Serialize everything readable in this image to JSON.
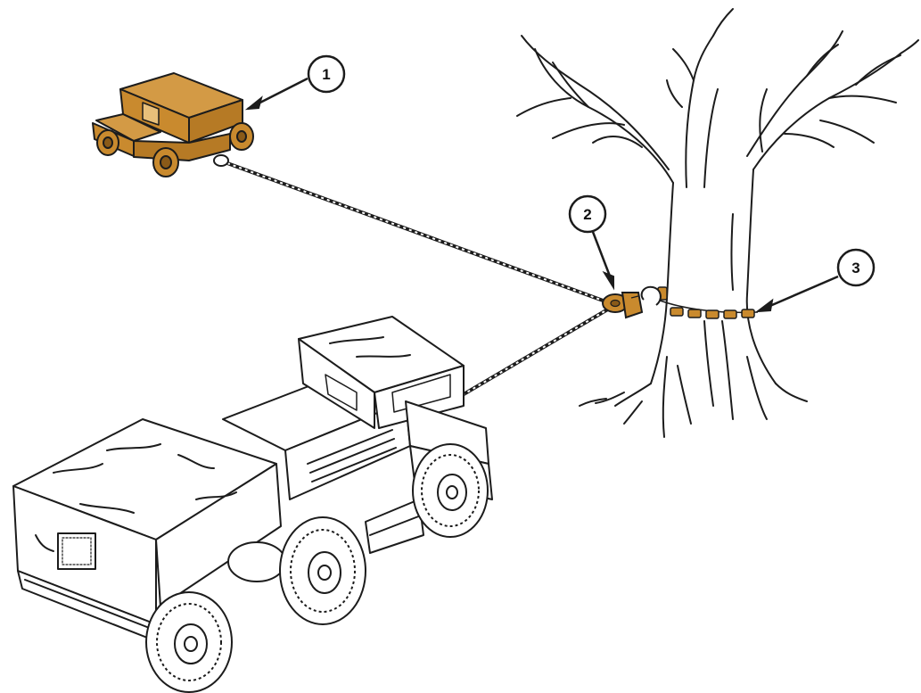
{
  "callouts": [
    {
      "number": "1"
    },
    {
      "number": "2"
    },
    {
      "number": "3"
    }
  ],
  "colors": {
    "highlight": "#c98a2e",
    "highlight_dark": "#8a5a18",
    "ink": "#1c1c1c",
    "background": "#ffffff"
  },
  "icons": [
    "stuck-vehicle-icon",
    "snatch-block-icon",
    "tree-chain-icon",
    "recovery-truck-icon",
    "tree-icon"
  ]
}
